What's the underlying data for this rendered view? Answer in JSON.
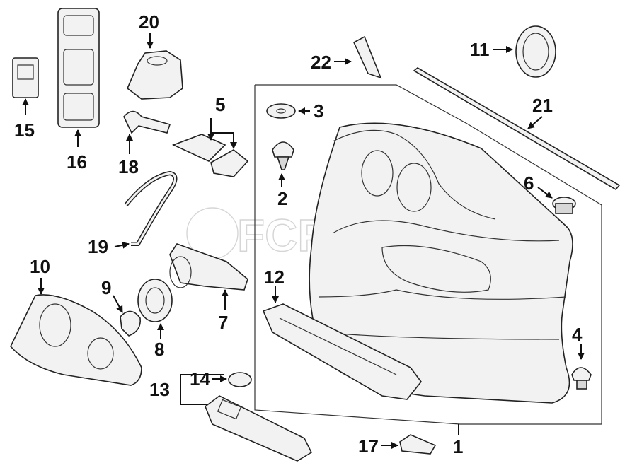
{
  "watermark": {
    "text": "FCPEURO"
  },
  "callouts": {
    "c1": "1",
    "c2": "2",
    "c3": "3",
    "c4": "4",
    "c5": "5",
    "c6": "6",
    "c7": "7",
    "c8": "8",
    "c9": "9",
    "c10": "10",
    "c11": "11",
    "c12": "12",
    "c13": "13",
    "c14": "14",
    "c15": "15",
    "c16": "16",
    "c17": "17",
    "c18": "18",
    "c19": "19",
    "c20": "20",
    "c21": "21",
    "c22": "22"
  }
}
